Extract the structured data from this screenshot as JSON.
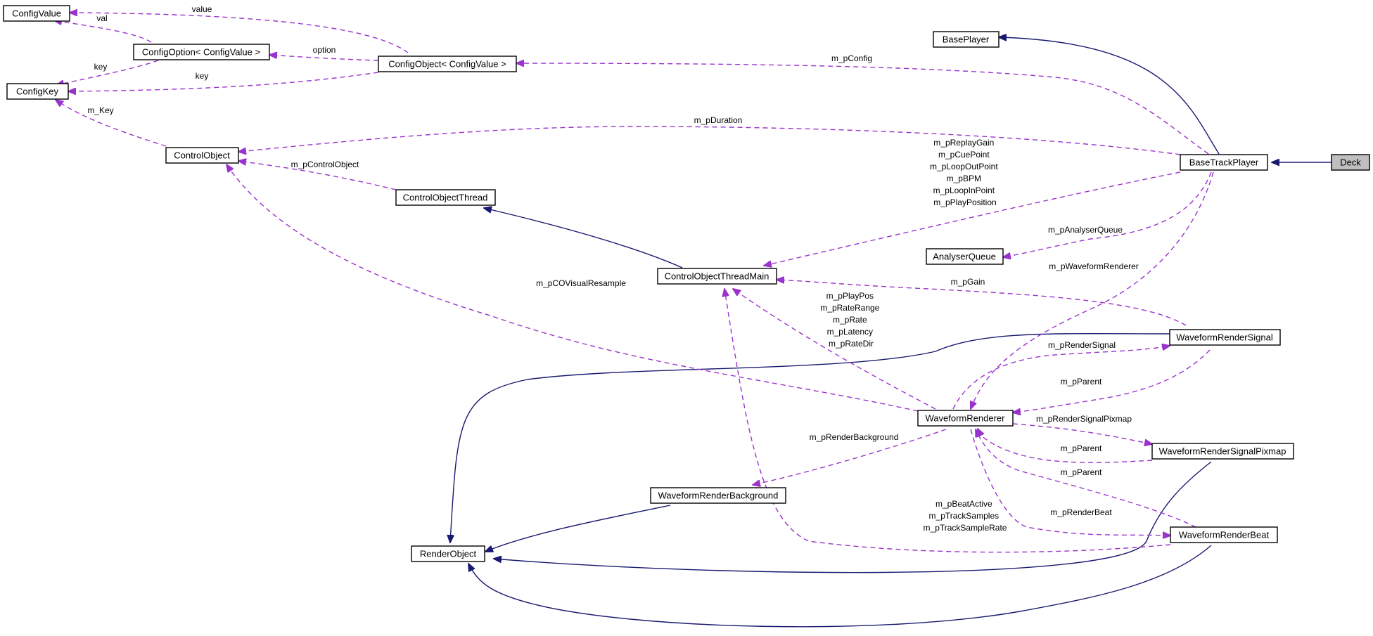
{
  "colors": {
    "inheritance": "#191970",
    "usage": "#9a32cd",
    "focus_fill": "#bfbfbf",
    "node_border": "#000000",
    "background": "#ffffff"
  },
  "nodes": {
    "configvalue": "ConfigValue",
    "configoption": "ConfigOption< ConfigValue >",
    "configkey": "ConfigKey",
    "configobject": "ConfigObject< ConfigValue >",
    "baseplayer": "BasePlayer",
    "controlobject": "ControlObject",
    "controlobjectthread": "ControlObjectThread",
    "basetrackplayer": "BaseTrackPlayer",
    "deck": "Deck",
    "analyserqueue": "AnalyserQueue",
    "controlobjectthreadmain": "ControlObjectThreadMain",
    "waveformrendersignal": "WaveformRenderSignal",
    "waveformrenderer": "WaveformRenderer",
    "waveformrendersignalpixmap": "WaveformRenderSignalPixmap",
    "waveformrenderbackground": "WaveformRenderBackground",
    "renderobject": "RenderObject",
    "waveformrenderbeat": "WaveformRenderBeat"
  },
  "edge_labels": {
    "value": "value",
    "val": "val",
    "option": "option",
    "key_option": "key",
    "key_object": "key",
    "m_key": "m_Key",
    "m_pconfig": "m_pConfig",
    "m_pduration": "m_pDuration",
    "m_pcontrolobject": "m_pControlObject",
    "m_pcovisualresample": "m_pCOVisualResample",
    "basetrack_to_cotm": [
      "m_pReplayGain",
      "m_pCuePoint",
      "m_pLoopOutPoint",
      "m_pBPM",
      "m_pLoopInPoint",
      "m_pPlayPosition"
    ],
    "m_panalyserqueue": "m_pAnalyserQueue",
    "m_pwaveformrenderer": "m_pWaveformRenderer",
    "m_pgain": "m_pGain",
    "renderer_to_cotm": [
      "m_pPlayPos",
      "m_pRateRange",
      "m_pRate",
      "m_pLatency",
      "m_pRateDir"
    ],
    "m_prendersignal": "m_pRenderSignal",
    "m_pparent_signal": "m_pParent",
    "m_prendersignalpixmap": "m_pRenderSignalPixmap",
    "m_pparent_pixmap": "m_pParent",
    "m_pparent_beat": "m_pParent",
    "m_prenderbackground": "m_pRenderBackground",
    "m_prenderbeat": "m_pRenderBeat",
    "beat_to_cotm": [
      "m_pBeatActive",
      "m_pTrackSamples",
      "m_pTrackSampleRate"
    ]
  }
}
